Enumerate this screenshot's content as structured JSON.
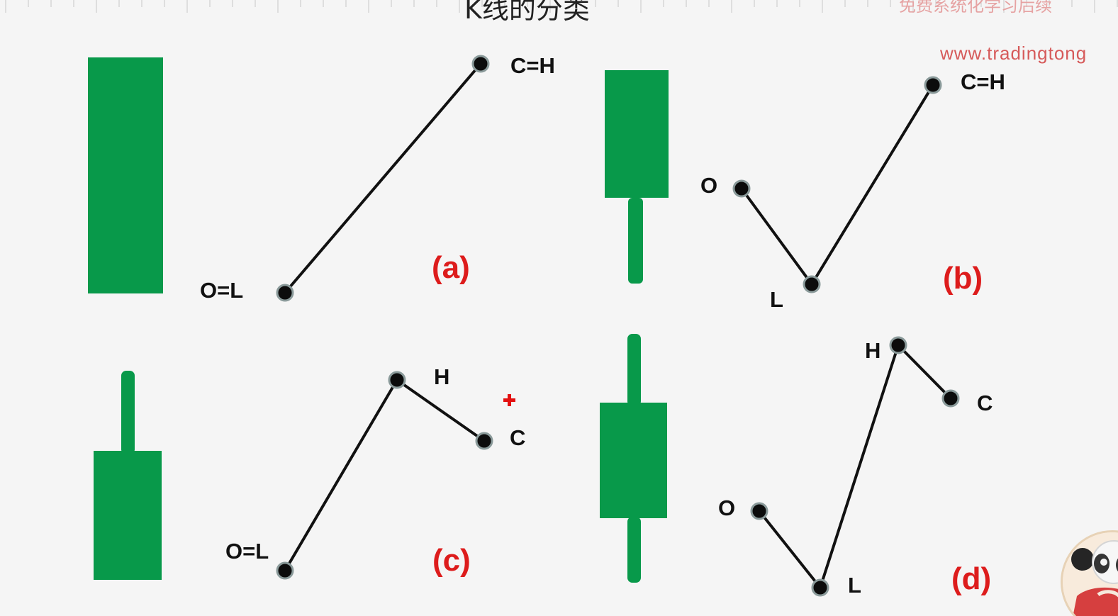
{
  "title": "K线的分类",
  "watermark": {
    "text": "免费系统化学习后续",
    "url": "www.tradingtong"
  },
  "icons": {
    "cursor": "plus-cursor-icon",
    "avatar": "panda-avatar-icon"
  },
  "colors": {
    "candle": "#08994a",
    "line": "#111111",
    "panel_label": "#dd1c1c",
    "cursor": "#e31010"
  },
  "panels": [
    {
      "id": "a",
      "label": "(a)",
      "points": [
        {
          "label": "O=L"
        },
        {
          "label": "C=H"
        }
      ]
    },
    {
      "id": "b",
      "label": "(b)",
      "points": [
        {
          "label": "O"
        },
        {
          "label": "L"
        },
        {
          "label": "C=H"
        }
      ]
    },
    {
      "id": "c",
      "label": "(c)",
      "points": [
        {
          "label": "O=L"
        },
        {
          "label": "H"
        },
        {
          "label": "C"
        }
      ]
    },
    {
      "id": "d",
      "label": "(d)",
      "points": [
        {
          "label": "O"
        },
        {
          "label": "L"
        },
        {
          "label": "H"
        },
        {
          "label": "C"
        }
      ]
    }
  ]
}
